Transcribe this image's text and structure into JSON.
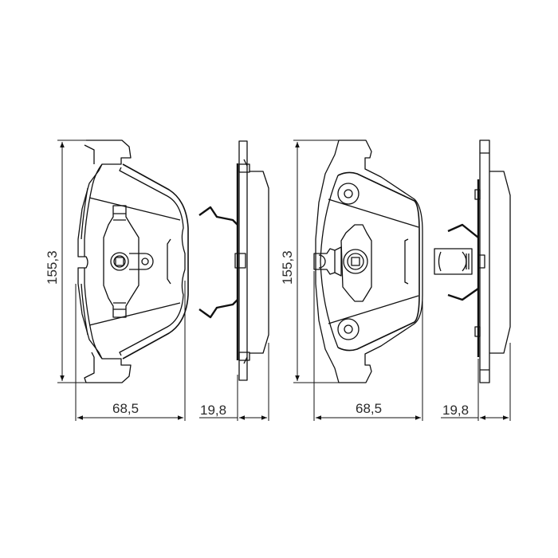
{
  "drawing": {
    "title": "Brake pad set technical drawing",
    "views": [
      {
        "name": "pad-1-front",
        "description": "front view of brake pad with centre fixing, sensor notch"
      },
      {
        "name": "pad-1-side",
        "description": "side view with spring clip"
      },
      {
        "name": "pad-2-front",
        "description": "front view of brake pad with wear sensor and two holes"
      },
      {
        "name": "pad-2-side",
        "description": "side view with wear sensor clip"
      }
    ],
    "dimensions": {
      "pad1_height": "155,3",
      "pad1_width": "68,5",
      "pad1_thickness": "19,8",
      "pad2_height": "155,3",
      "pad2_width": "68,5",
      "pad2_thickness": "19,8"
    },
    "line_color": "#111111",
    "text_color": "#2a2a2a"
  }
}
